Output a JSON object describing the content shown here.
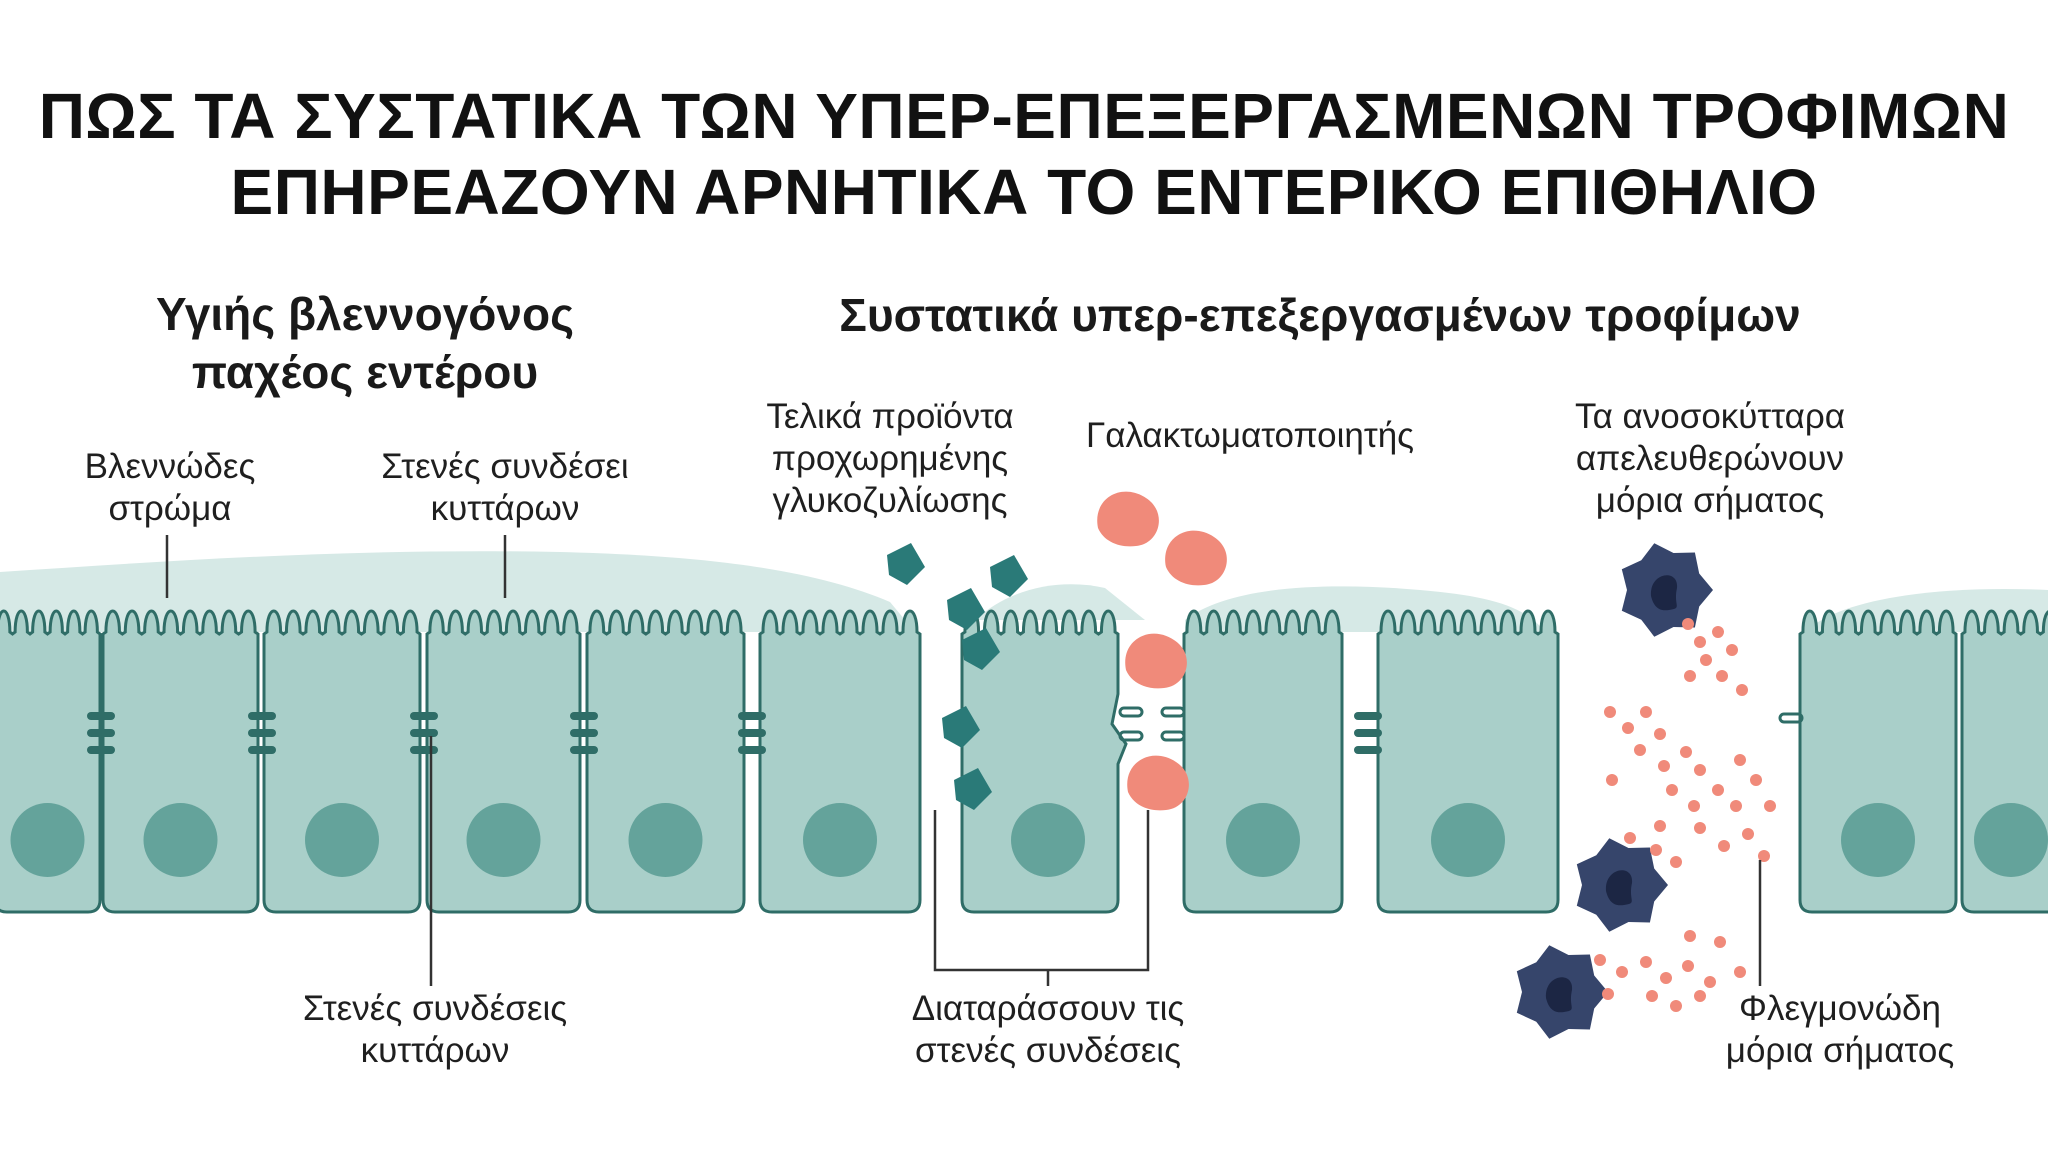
{
  "title": {
    "line1": "ΠΩΣ ΤΑ ΣΥΣΤΑΤΙΚΑ ΤΩΝ ΥΠΕΡ-ΕΠΕΞΕΡΓΑΣΜΕΝΩΝ ΤΡΟΦΙΜΩΝ",
    "line2": "ΕΠΗΡΕΑΖΟΥΝ ΑΡΝΗΤΙΚΑ ΤΟ ΕΝΤΕΡΙΚΟ ΕΠΙΘΗΛΙΟ"
  },
  "headings": {
    "healthy_line1": "Υγιής βλεννογόνος",
    "healthy_line2": "παχέος εντέρου",
    "ingredients": "Συστατικά υπερ-επεξεργασμένων τροφίμων"
  },
  "labels": {
    "mucus_line1": "Βλεννώδες",
    "mucus_line2": "στρώμα",
    "tight_top_line1": "Στενές συνδέσει",
    "tight_top_line2": "κυττάρων",
    "tight_bottom_line1": "Στενές συνδέσεις",
    "tight_bottom_line2": "κυττάρων",
    "age_line1": "Τελικά προϊόντα",
    "age_line2": "προχωρημένης",
    "age_line3": "γλυκοζυλίωσης",
    "emulsifier": "Γαλακτωματοποιητής",
    "immune_line1": "Τα ανοσοκύτταρα",
    "immune_line2": "απελευθερώνουν",
    "immune_line3": "μόρια σήματος",
    "disrupt_line1": "Διαταράσσουν τις",
    "disrupt_line2": "στενές συνδέσεις",
    "inflam_line1": "Φλεγμονώδη",
    "inflam_line2": "μόρια σήματος"
  },
  "colors": {
    "cell_fill": "#a9cfc9",
    "cell_stroke": "#2f6d67",
    "mucus": "#d6e9e6",
    "nucleus": "#64a39b",
    "age_particle": "#2a7a78",
    "emulsifier_particle": "#f08a7a",
    "immune_cell": "#36456b",
    "immune_nucleus": "#1c2644",
    "signal_dot": "#f08a7a"
  },
  "icons": {
    "age": "teal-crystal-particle",
    "emulsifier": "coral-droplet-particle",
    "immune": "dark-blue-immune-cell",
    "signal": "coral-dot"
  }
}
